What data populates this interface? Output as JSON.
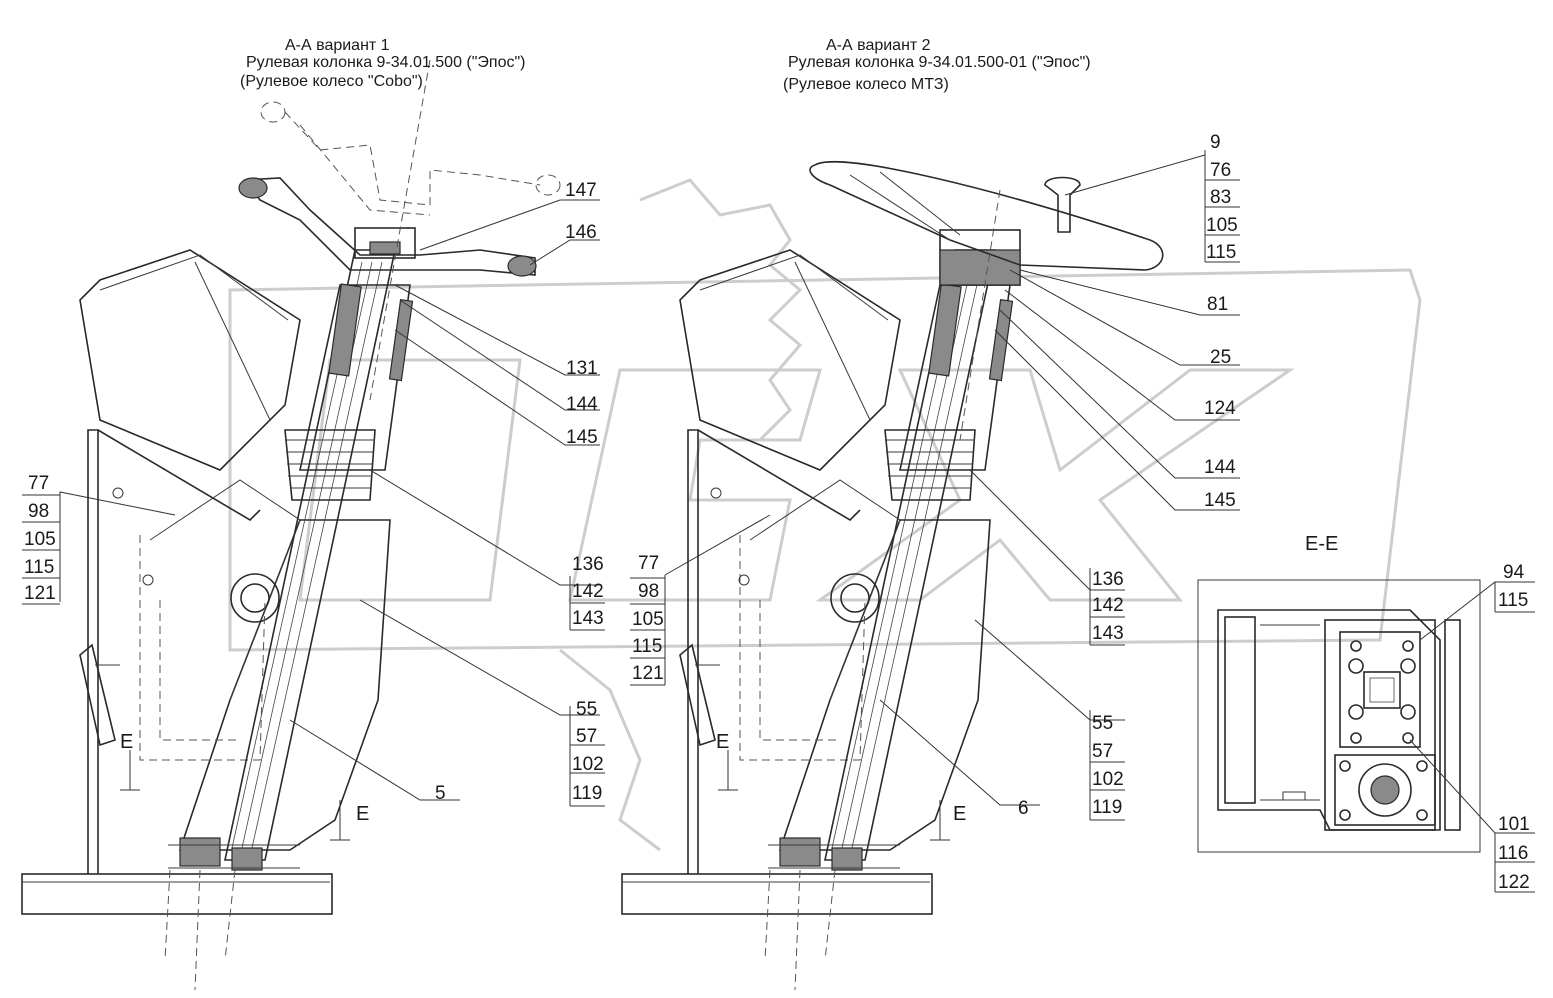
{
  "titles": {
    "v1_section": "А-А  вариант 1",
    "v1_column": "Рулевая колонка  9-34.01.500  (\"Эпос\")",
    "v1_wheel": "(Рулевое колесо \"Cobo\")",
    "v2_section": "А-А  вариант 2",
    "v2_column": "Рулевая колонка  9-34.01.500-01  (\"Эпос\")",
    "v2_wheel": "(Рулевое колесо МТЗ)",
    "ee_section": "Е-Е"
  },
  "view1": {
    "labels": {
      "p147": "147",
      "p146": "146",
      "p131": "131",
      "p144": "144",
      "p145": "145",
      "p136": "136",
      "p142": "142",
      "p143": "143",
      "p55": "55",
      "p57": "57",
      "p102": "102",
      "p119": "119",
      "p5": "5",
      "p77": "77",
      "p98": "98",
      "p105": "105",
      "p115": "115",
      "p121": "121",
      "cutE1": "E",
      "cutE2": "E"
    }
  },
  "view2": {
    "labels": {
      "p9": "9",
      "p76": "76",
      "p83": "83",
      "p105": "105",
      "p115": "115",
      "p81": "81",
      "p25": "25",
      "p124": "124",
      "p144": "144",
      "p145": "145",
      "p136": "136",
      "p142": "142",
      "p143": "143",
      "p77": "77",
      "p98": "98",
      "p105b": "105",
      "p115b": "115",
      "p121": "121",
      "p55": "55",
      "p57": "57",
      "p102": "102",
      "p119": "119",
      "p6": "6",
      "cutE1": "E",
      "cutE2": "E"
    }
  },
  "viewEE": {
    "labels": {
      "p94": "94",
      "p115": "115",
      "p101": "101",
      "p116": "116",
      "p122": "122"
    }
  }
}
